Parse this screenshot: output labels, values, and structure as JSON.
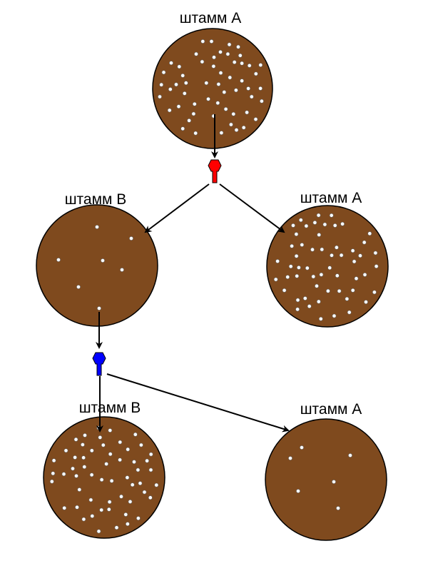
{
  "colors": {
    "dish": "#7f4a1e",
    "plaque": "#ffffff",
    "arrow": "#000000",
    "marker_red": "#ff0000",
    "marker_blue": "#0000ff"
  },
  "dishes": [
    {
      "id": "top",
      "label": "штамм А",
      "plaque_count": 55
    },
    {
      "id": "mid-left",
      "label": "штамм В",
      "plaque_count": 7
    },
    {
      "id": "mid-right",
      "label": "штамм А",
      "plaque_count": 55
    },
    {
      "id": "bottom-left",
      "label": "штамм В",
      "plaque_count": 55
    },
    {
      "id": "bottom-right",
      "label": "штамм А",
      "plaque_count": 6
    }
  ],
  "markers": [
    {
      "id": "red",
      "color_key": "marker_red",
      "icon": "red-marker-icon"
    },
    {
      "id": "blue",
      "color_key": "marker_blue",
      "icon": "blue-marker-icon"
    }
  ]
}
